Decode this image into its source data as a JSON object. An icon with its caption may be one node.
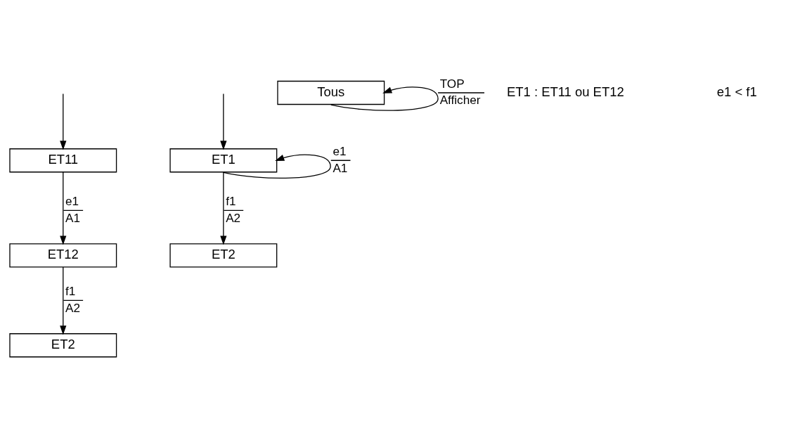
{
  "diagram": {
    "nodes": [
      {
        "text": [
          "ET11"
        ]
      },
      {
        "text": [
          "ET12"
        ]
      },
      {
        "text": [
          "ET2"
        ]
      },
      {
        "text": [
          "ET1"
        ]
      },
      {
        "text": [
          "ET2"
        ]
      },
      {
        "text": [
          "Tous"
        ]
      }
    ],
    "edges": [
      {
        "from": null,
        "to": 0,
        "arrow": "to"
      },
      {
        "from": 0,
        "to": 1,
        "arrow": "to",
        "label": [
          "e1",
          "A1"
        ]
      },
      {
        "from": 1,
        "to": 2,
        "arrow": "to",
        "label": [
          "f1",
          "A2"
        ]
      },
      {
        "from": null,
        "to": 3,
        "arrow": "to"
      },
      {
        "from": 3,
        "to": 4,
        "arrow": "to",
        "label": [
          "f1",
          "A2"
        ]
      },
      {
        "from": 3,
        "to": 3,
        "arrow": "to",
        "label": [
          "e1",
          "A1"
        ]
      },
      {
        "from": 5,
        "to": 5,
        "arrow": "to",
        "label": [
          "TOP",
          "Afficher"
        ]
      }
    ],
    "labels": [
      "ET1 : ET11 ou ET12",
      "e1 < f1"
    ]
  }
}
